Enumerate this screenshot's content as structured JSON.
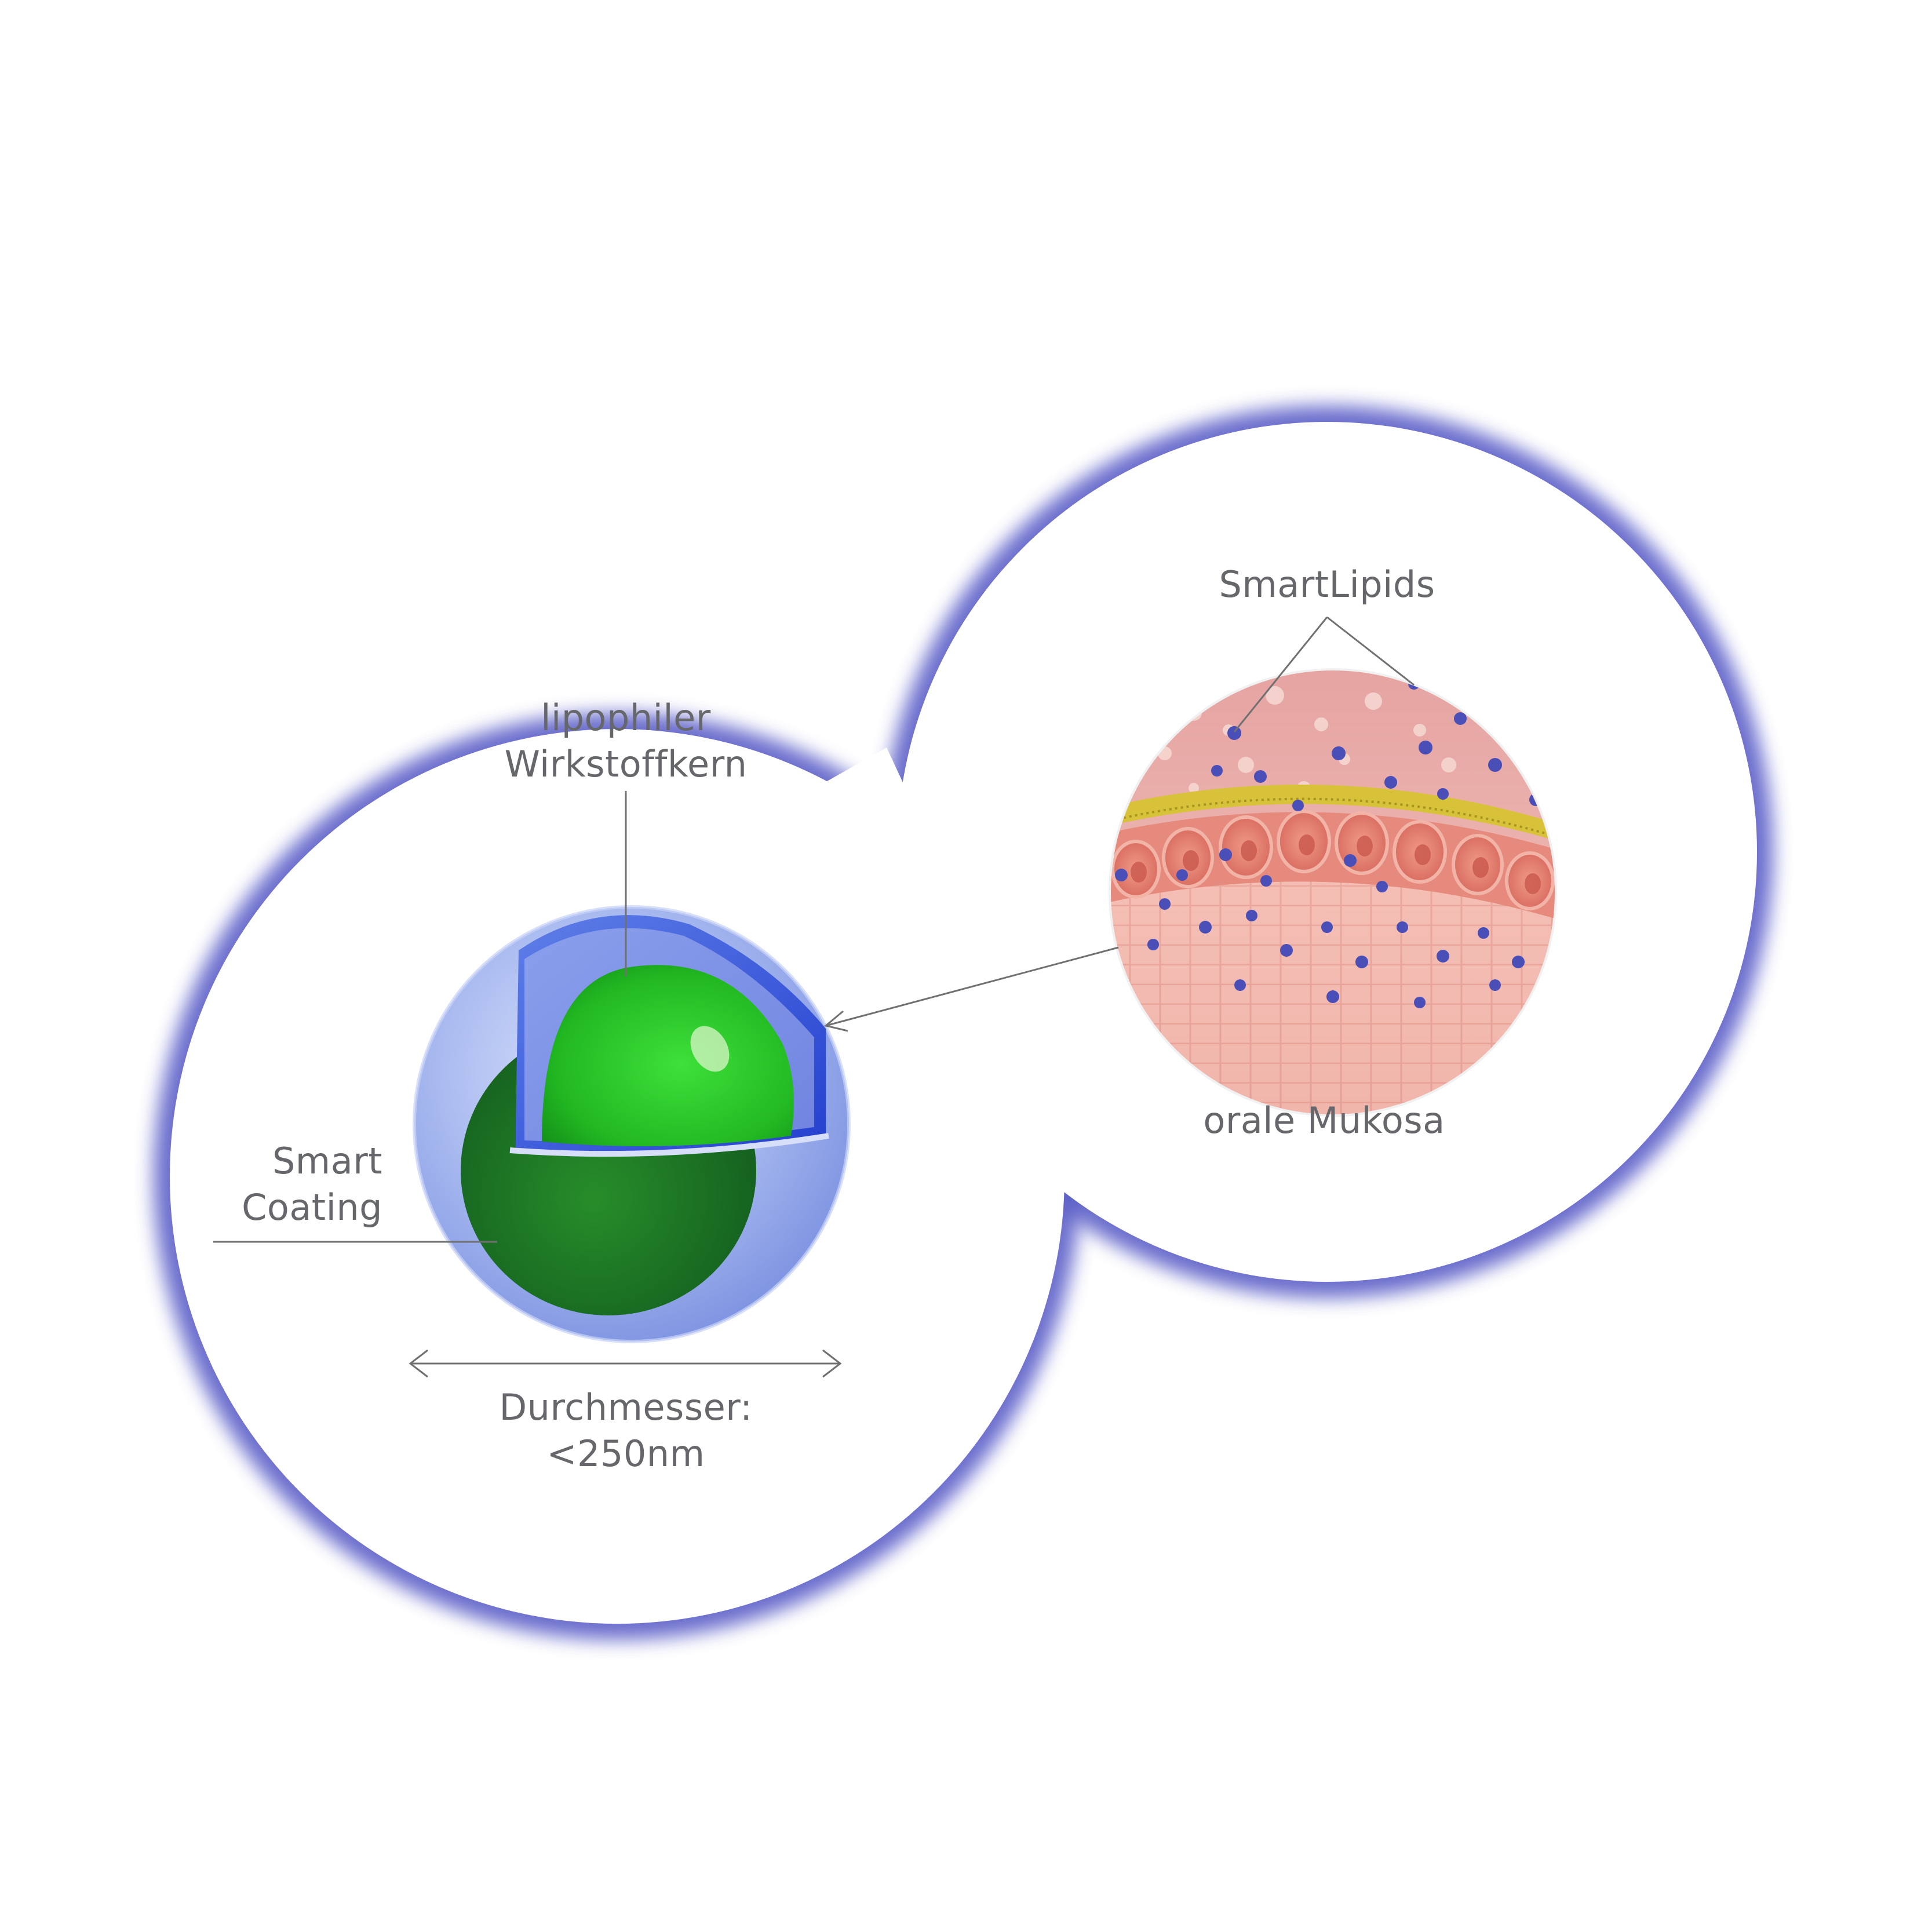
{
  "labels": {
    "core_line1": "lipophiler",
    "core_line2": "Wirkstoffkern",
    "coating_line1": "Smart",
    "coating_line2": "Coating",
    "diameter_line1": "Durchmesser:",
    "diameter_line2": "<250nm",
    "smartlipids": "SmartLipids",
    "mucosa": "orale Mukosa"
  },
  "colors": {
    "halo": "#5b5fc7",
    "background": "#ffffff",
    "coating": "#9fb2ee",
    "shell_blue": "#3355dd",
    "core_green": "#22cc22",
    "tissue_pink": "#f2b3aa",
    "cell_red": "#e67a6c",
    "membrane_yellow": "#d8c23a",
    "lipid_dot": "#4a4fb8",
    "text": "#66676a"
  }
}
